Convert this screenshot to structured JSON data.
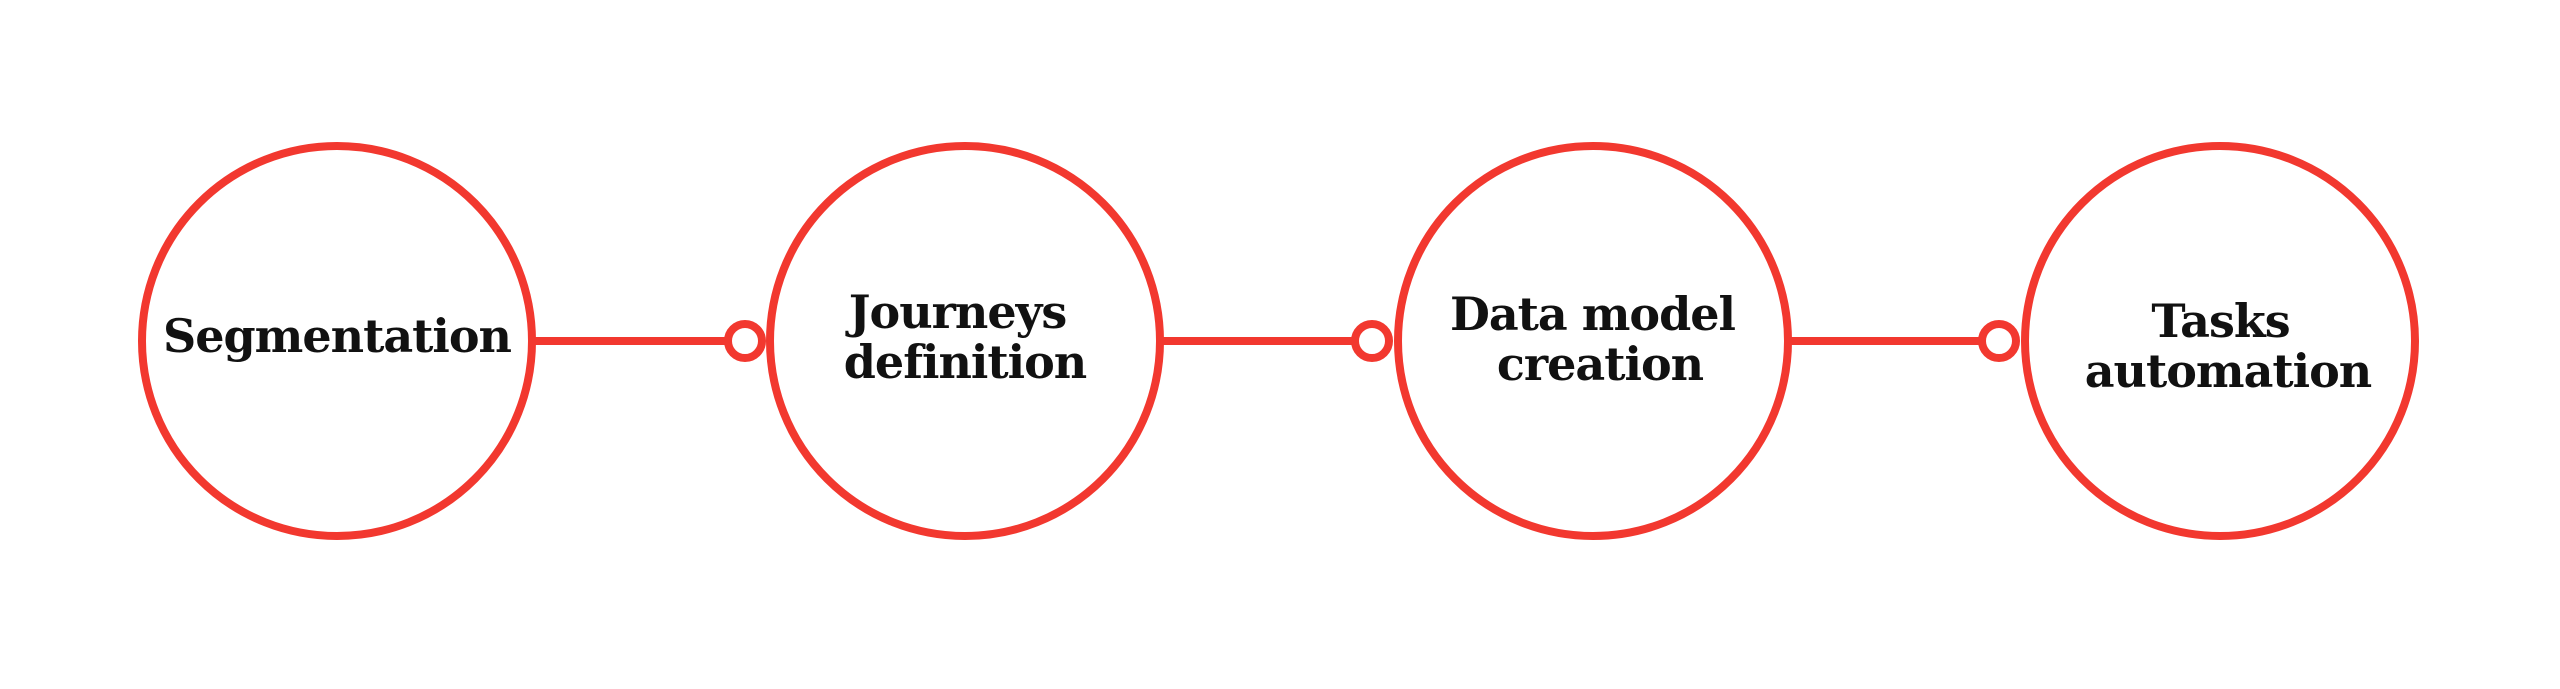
{
  "colors": {
    "accent": "#f2382f",
    "text": "#111111",
    "background": "#ffffff"
  },
  "stages": [
    {
      "lines": [
        "Segmentation"
      ]
    },
    {
      "lines": [
        "Journeys",
        "definition"
      ]
    },
    {
      "lines": [
        "Data model",
        "creation"
      ]
    },
    {
      "lines": [
        "Tasks",
        "automation"
      ]
    }
  ]
}
